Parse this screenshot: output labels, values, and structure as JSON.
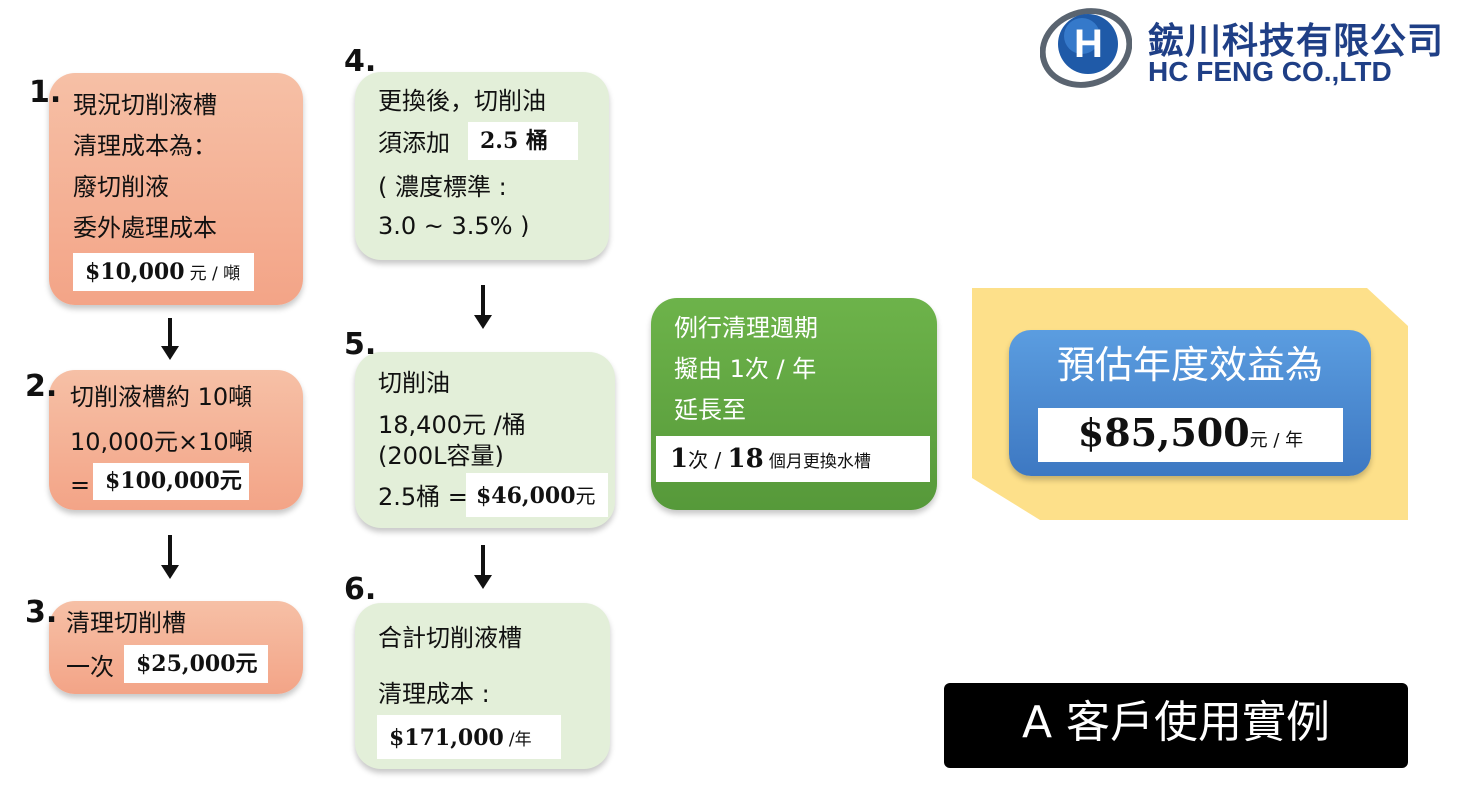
{
  "logo": {
    "name_zh": "鋐川科技有限公司",
    "name_en": "HC FENG CO.,LTD",
    "mark": "H"
  },
  "steps": [
    {
      "number": "1.",
      "lines": [
        "現況切削液槽",
        "清理成本為：",
        "廢切削液",
        "委外處理成本"
      ],
      "value": "$10,000",
      "unit": "元 / 噸"
    },
    {
      "number": "2.",
      "lines": [
        "切削液槽約 10噸",
        "10,000元×10噸"
      ],
      "prefix": "=",
      "value": "$100,000元"
    },
    {
      "number": "3.",
      "lines": [
        "清理切削槽"
      ],
      "prefix": "一次",
      "value": "$25,000元"
    },
    {
      "number": "4.",
      "lines": [
        "更換後，切削油",
        "須添加",
        "( 濃度標準 :",
        "3.0 ~ 3.5% )"
      ],
      "value": "2.5 桶"
    },
    {
      "number": "5.",
      "lines": [
        "切削油",
        "18,400元 /桶",
        "(200L容量)"
      ],
      "prefix": "2.5桶 =",
      "value": "$46,000",
      "unit": "元"
    },
    {
      "number": "6.",
      "lines": [
        "合計切削液槽",
        "清理成本 :"
      ],
      "value": "$171,000",
      "unit": "/年"
    }
  ],
  "cycle": {
    "lines": [
      "例行清理週期",
      "擬由 1次 / 年",
      "延長至"
    ],
    "value_a": "1",
    "value_a_unit": "次 / ",
    "value_b": "18",
    "value_b_unit": "個月更換水槽"
  },
  "benefit": {
    "title": "預估年度效益為",
    "value": "$85,500",
    "unit": "元 / 年"
  },
  "case_label": "A 客戶使用實例",
  "colors": {
    "salmon": "#f3a487",
    "mint": "#e3efd9",
    "green": "#5fa344",
    "blue": "#4a88cf",
    "yellow": "#fde08a"
  }
}
